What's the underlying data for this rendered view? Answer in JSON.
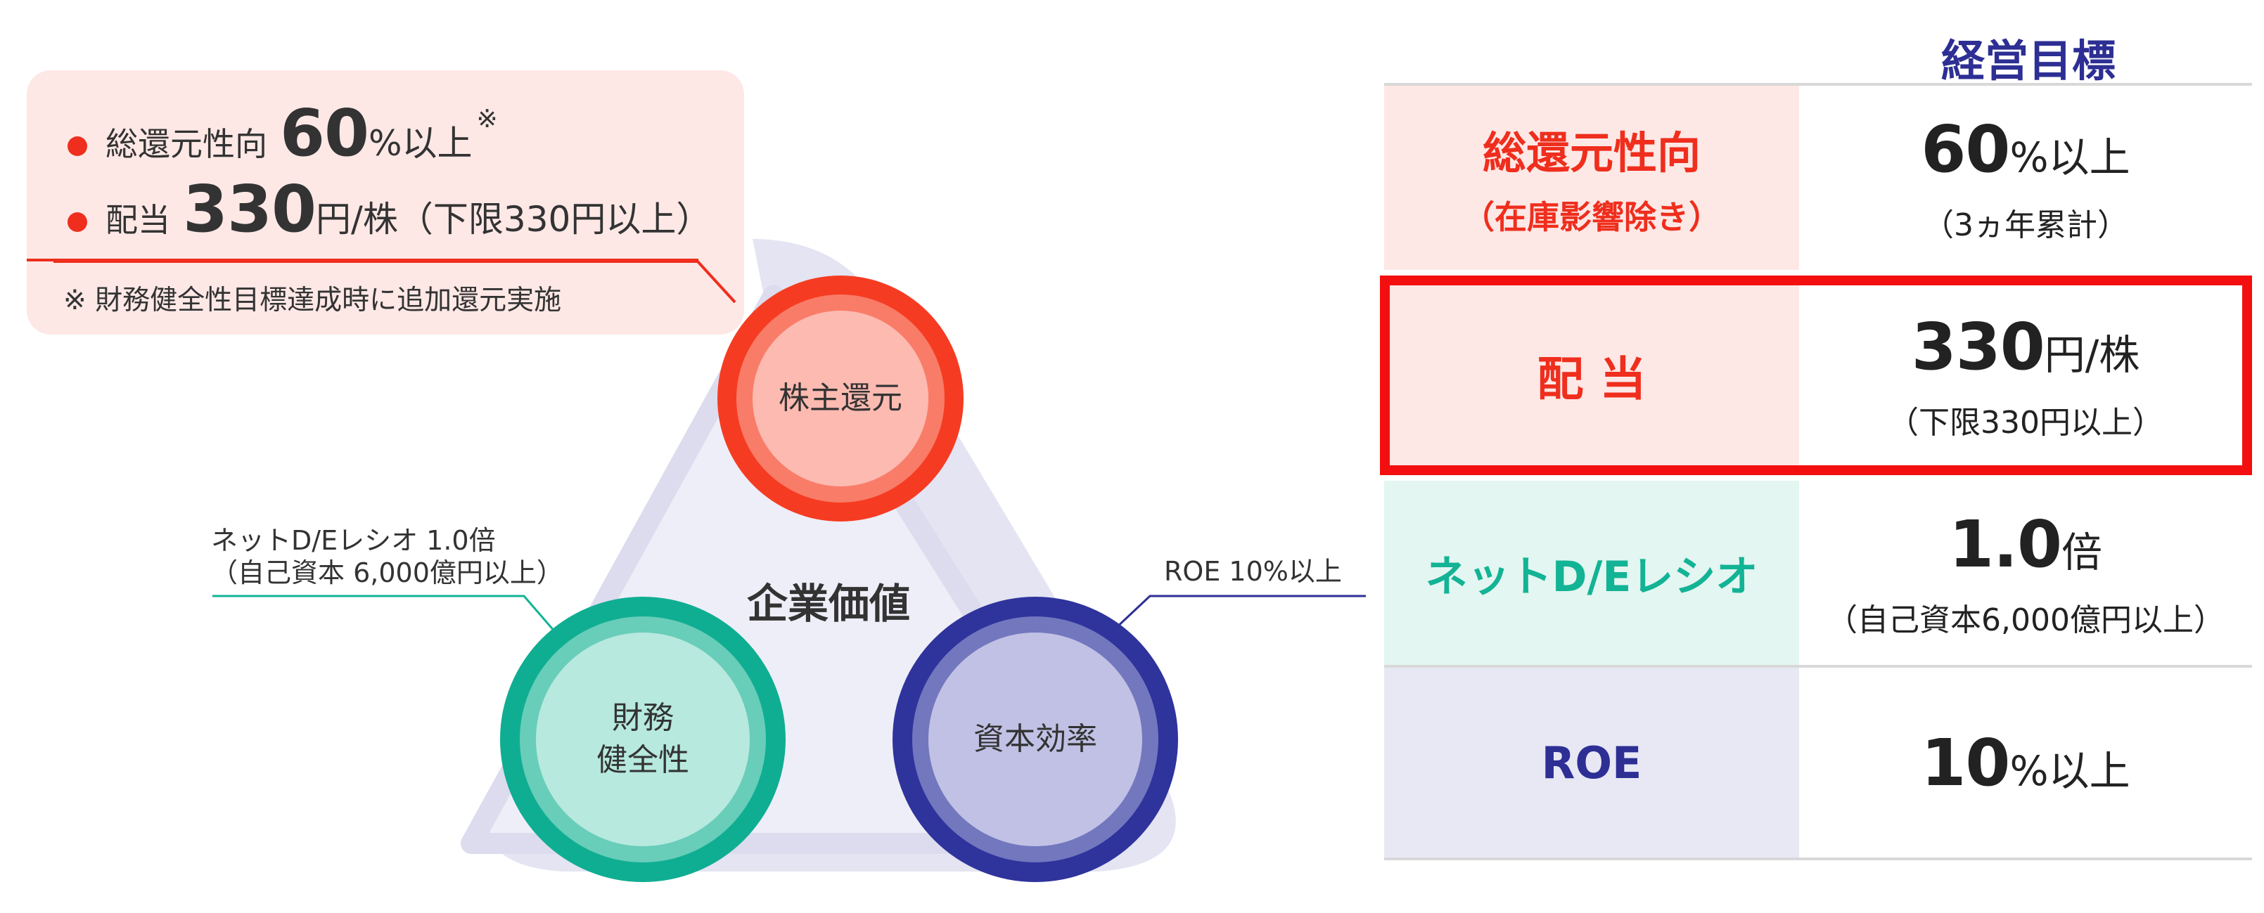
{
  "callout": {
    "line1": {
      "label": "総還元性向",
      "value": "60",
      "unit": "%以上",
      "mark": "※"
    },
    "line2": {
      "label": "配当",
      "value": "330",
      "unit": "円/株（下限330円以上）"
    },
    "note": "※ 財務健全性目標達成時に追加還元実施"
  },
  "diagram": {
    "center": "企業価値",
    "circles": {
      "shareholder_return": "株主還元",
      "financial_health_1": "財務",
      "financial_health_2": "健全性",
      "capital_efficiency": "資本効率"
    },
    "annotations": {
      "de_line1": "ネットD/Eレシオ 1.0倍",
      "de_line2": "（自己資本 6,000億円以上）",
      "roe": "ROE 10%以上"
    }
  },
  "table": {
    "title": "経営目標",
    "rows": [
      {
        "name": "総還元性向",
        "name_sub": "（在庫影響除き）",
        "value": "60",
        "unit": "%以上",
        "sub": "（3ヵ年累計）"
      },
      {
        "name": "配 当",
        "value": "330",
        "unit": "円/株",
        "sub": "（下限330円以上）"
      },
      {
        "name": "ネットD/Eレシオ",
        "value": "1.0",
        "unit": "倍",
        "sub": "（自己資本6,000億円以上）"
      },
      {
        "name": "ROE",
        "value": "10",
        "unit": "%以上"
      }
    ]
  },
  "colors": {
    "red": "#ef2e1d",
    "teal": "#13b395",
    "navy": "#2d2f94",
    "highlight": "#f30f0f"
  }
}
